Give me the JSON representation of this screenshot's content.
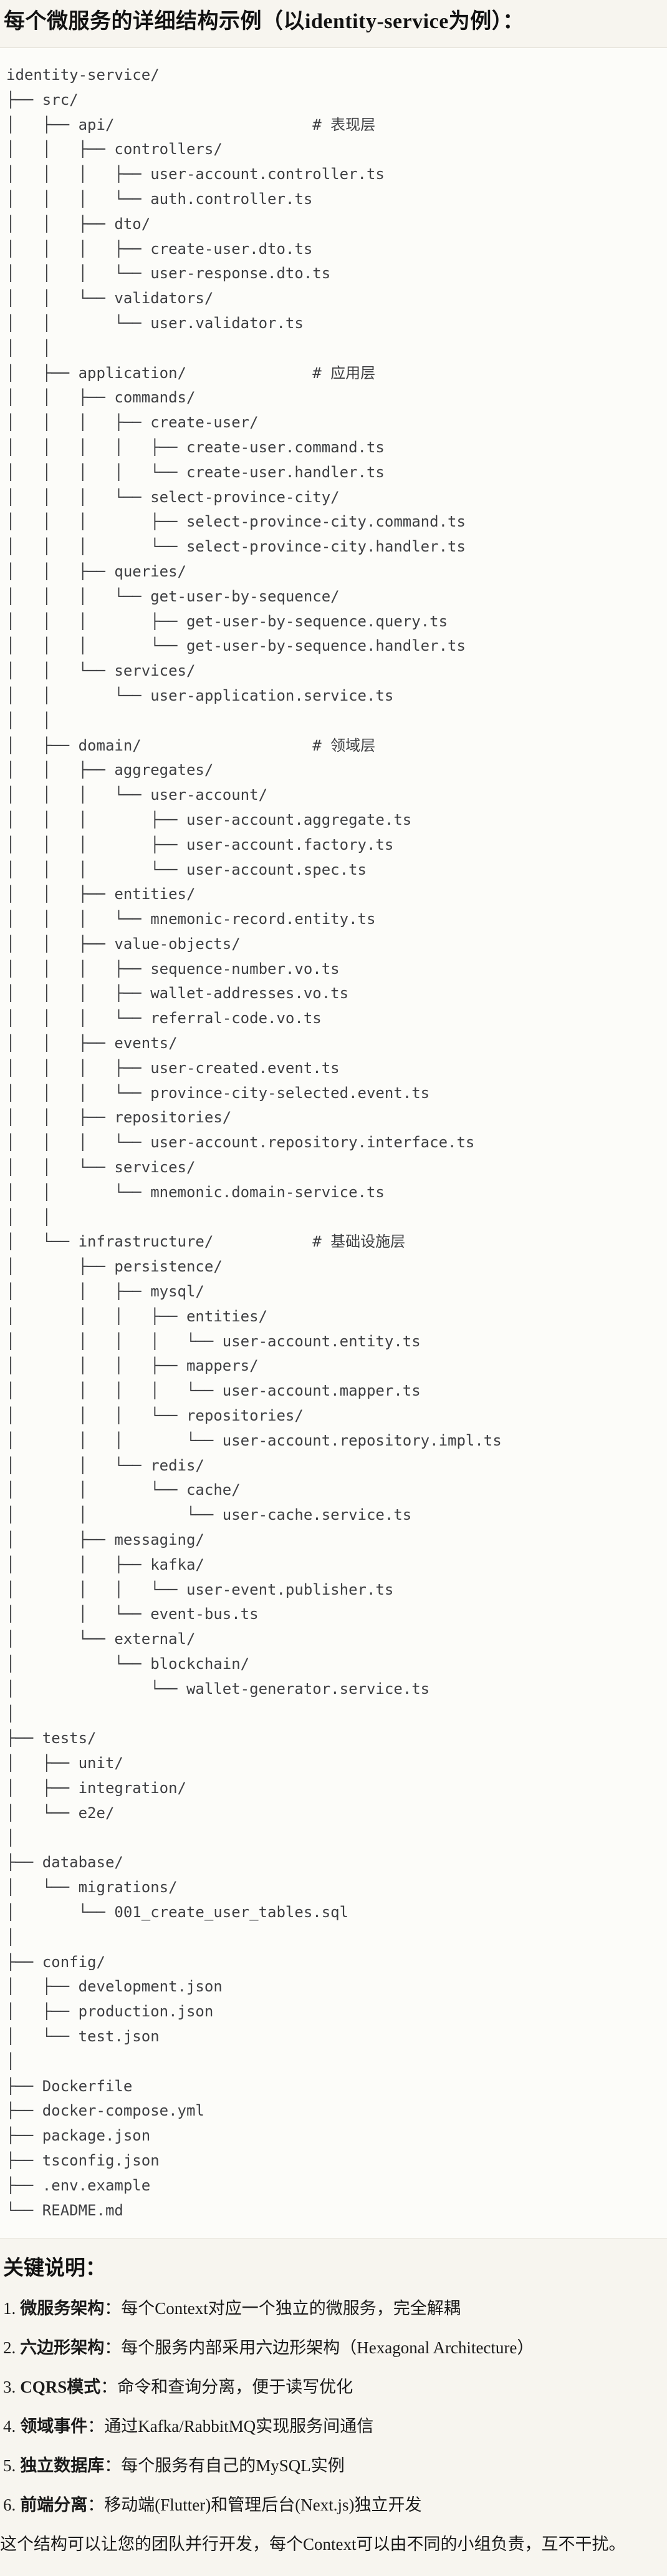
{
  "colors": {
    "page_bg": "#f7f5ef",
    "code_block_bg": "#fcfcf9",
    "code_block_border": "#e3e0d8",
    "tree_text": "#3e3f42",
    "body_text": "#1a1a1a"
  },
  "page": {
    "title": "每个微服务的详细结构示例（以identity-service为例）："
  },
  "tree": {
    "lines": [
      "identity-service/",
      "├── src/",
      "│   ├── api/                      # 表现层",
      "│   │   ├── controllers/",
      "│   │   │   ├── user-account.controller.ts",
      "│   │   │   └── auth.controller.ts",
      "│   │   ├── dto/",
      "│   │   │   ├── create-user.dto.ts",
      "│   │   │   └── user-response.dto.ts",
      "│   │   └── validators/",
      "│   │       └── user.validator.ts",
      "│   │",
      "│   ├── application/              # 应用层",
      "│   │   ├── commands/",
      "│   │   │   ├── create-user/",
      "│   │   │   │   ├── create-user.command.ts",
      "│   │   │   │   └── create-user.handler.ts",
      "│   │   │   └── select-province-city/",
      "│   │   │       ├── select-province-city.command.ts",
      "│   │   │       └── select-province-city.handler.ts",
      "│   │   ├── queries/",
      "│   │   │   └── get-user-by-sequence/",
      "│   │   │       ├── get-user-by-sequence.query.ts",
      "│   │   │       └── get-user-by-sequence.handler.ts",
      "│   │   └── services/",
      "│   │       └── user-application.service.ts",
      "│   │",
      "│   ├── domain/                   # 领域层",
      "│   │   ├── aggregates/",
      "│   │   │   └── user-account/",
      "│   │   │       ├── user-account.aggregate.ts",
      "│   │   │       ├── user-account.factory.ts",
      "│   │   │       └── user-account.spec.ts",
      "│   │   ├── entities/",
      "│   │   │   └── mnemonic-record.entity.ts",
      "│   │   ├── value-objects/",
      "│   │   │   ├── sequence-number.vo.ts",
      "│   │   │   ├── wallet-addresses.vo.ts",
      "│   │   │   └── referral-code.vo.ts",
      "│   │   ├── events/",
      "│   │   │   ├── user-created.event.ts",
      "│   │   │   └── province-city-selected.event.ts",
      "│   │   ├── repositories/",
      "│   │   │   └── user-account.repository.interface.ts",
      "│   │   └── services/",
      "│   │       └── mnemonic.domain-service.ts",
      "│   │",
      "│   └── infrastructure/           # 基础设施层",
      "│       ├── persistence/",
      "│       │   ├── mysql/",
      "│       │   │   ├── entities/",
      "│       │   │   │   └── user-account.entity.ts",
      "│       │   │   ├── mappers/",
      "│       │   │   │   └── user-account.mapper.ts",
      "│       │   │   └── repositories/",
      "│       │   │       └── user-account.repository.impl.ts",
      "│       │   └── redis/",
      "│       │       └── cache/",
      "│       │           └── user-cache.service.ts",
      "│       ├── messaging/",
      "│       │   ├── kafka/",
      "│       │   │   └── user-event.publisher.ts",
      "│       │   └── event-bus.ts",
      "│       └── external/",
      "│           └── blockchain/",
      "│               └── wallet-generator.service.ts",
      "│",
      "├── tests/",
      "│   ├── unit/",
      "│   ├── integration/",
      "│   └── e2e/",
      "│",
      "├── database/",
      "│   └── migrations/",
      "│       └── 001_create_user_tables.sql",
      "│",
      "├── config/",
      "│   ├── development.json",
      "│   ├── production.json",
      "│   └── test.json",
      "│",
      "├── Dockerfile",
      "├── docker-compose.yml",
      "├── package.json",
      "├── tsconfig.json",
      "├── .env.example",
      "└── README.md"
    ]
  },
  "notes": {
    "heading": "关键说明：",
    "items": [
      {
        "num": "1.",
        "term": "微服务架构",
        "colon": "：",
        "desc": "每个Context对应一个独立的微服务，完全解耦"
      },
      {
        "num": "2.",
        "term": "六边形架构",
        "colon": "：",
        "desc": "每个服务内部采用六边形架构（Hexagonal Architecture）"
      },
      {
        "num": "3.",
        "term": "CQRS模式",
        "colon": "：",
        "desc": "命令和查询分离，便于读写优化"
      },
      {
        "num": "4.",
        "term": "领域事件",
        "colon": "：",
        "desc": "通过Kafka/RabbitMQ实现服务间通信"
      },
      {
        "num": "5.",
        "term": "独立数据库",
        "colon": "：",
        "desc": "每个服务有自己的MySQL实例"
      },
      {
        "num": "6.",
        "term": "前端分离",
        "colon": "：",
        "desc": "移动端(Flutter)和管理后台(Next.js)独立开发"
      }
    ],
    "footer": "这个结构可以让您的团队并行开发，每个Context可以由不同的小组负责，互不干扰。"
  }
}
